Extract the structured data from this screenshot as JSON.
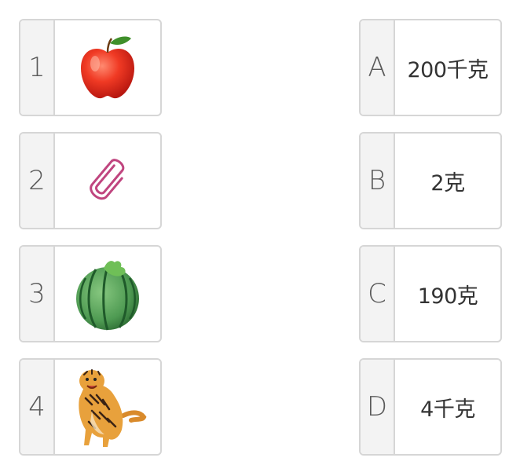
{
  "left_items": [
    {
      "index": "1",
      "picture": "apple"
    },
    {
      "index": "2",
      "picture": "paper-clip"
    },
    {
      "index": "3",
      "picture": "watermelon"
    },
    {
      "index": "4",
      "picture": "tiger"
    }
  ],
  "right_items": [
    {
      "index": "A",
      "value": "200千克"
    },
    {
      "index": "B",
      "value": "2克"
    },
    {
      "index": "C",
      "value": "190克"
    },
    {
      "index": "D",
      "value": "4千克"
    }
  ]
}
